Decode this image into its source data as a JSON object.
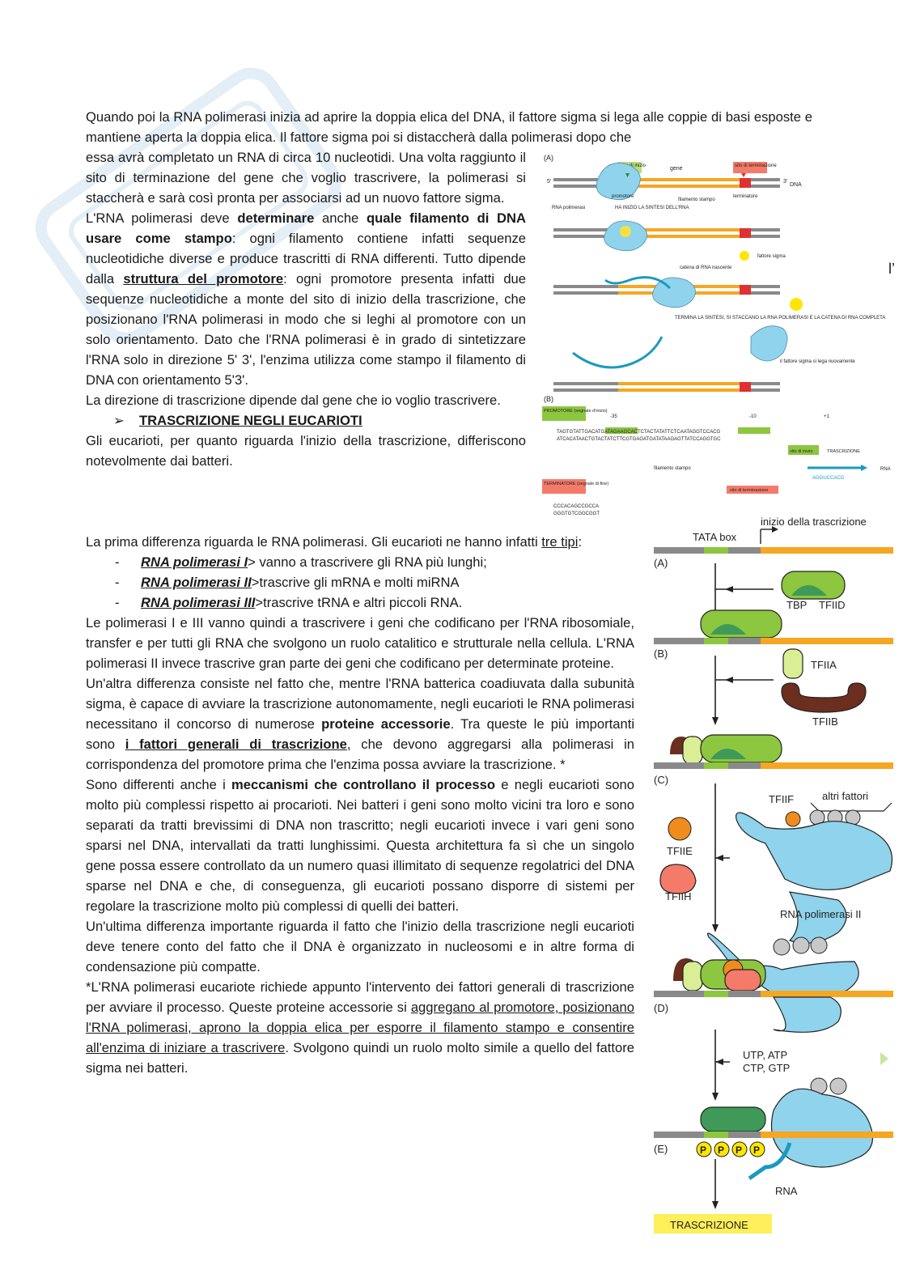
{
  "page": {
    "intro": "Quando poi la RNA polimerasi inizia ad aprire la doppia elica del DNA, il fattore sigma si lega alle coppie di basi esposte e mantiene aperta la doppia elica. Il fattore sigma poi si distaccherà dalla polimerasi dopo che",
    "col1": {
      "p1": "essa avrà completato un RNA di circa 10 nucleotidi. Una volta raggiunto il sito di terminazione del gene che voglio trascrivere, la polimerasi si staccherà e sarà così pronta per associarsi ad un nuovo fattore sigma.",
      "p2_a": "L'RNA polimerasi deve ",
      "p2_b": "determinare",
      "p2_c": " anche ",
      "p2_d": "quale filamento di DNA usare come stampo",
      "p2_e": ": ogni filamento contiene infatti sequenze nucleotidiche diverse e produce trascritti di RNA differenti. Tutto dipende dalla ",
      "p2_f": "struttura del promotore",
      "p2_g": ": ogni promotore presenta infatti due sequenze nucleotidiche a monte del sito di inizio della trascrizione, che posizionano l'RNA polimerasi in modo che si leghi al promotore con un solo orientamento. Dato che l'RNA polimerasi è in grado di sintetizzare l'RNA solo in direzione 5' 3', l'enzima utilizza come stampo il filamento di DNA con orientamento 5'3'.",
      "p3": "La direzione di trascrizione dipende dal gene che io voglio trascrivere.",
      "heading_arrow": "➢",
      "heading": "TRASCRIZIONE NEGLI EUCARIOTI",
      "p4": "Gli eucarioti, per quanto riguarda l'inizio della trascrizione, differiscono notevolmente dai batteri."
    },
    "col2": {
      "p5_a": "La prima differenza riguarda le RNA polimerasi. Gli eucarioti ne hanno infatti ",
      "p5_b": "tre tipi",
      "p5_c": ":",
      "li_dash": "-",
      "li1_a": "RNA polimerasi I",
      "li1_b": "> vanno a trascrivere gli RNA più lunghi;",
      "li2_a": "RNA polimerasi II",
      "li2_b": ">trascrive gli mRNA e molti miRNA",
      "li3_a": "RNA polimerasi III",
      "li3_b": ">trascrive tRNA e altri piccoli RNA.",
      "p6": "Le polimerasi I e III vanno quindi a trascrivere i geni che codificano per l'RNA ribosomiale, transfer e per tutti gli RNA che svolgono un ruolo catalitico e strutturale nella cellula. L'RNA polimerasi II invece trascrive gran parte dei geni che codificano per determinate proteine.",
      "p7_a": "Un'altra differenza consiste nel fatto che, mentre l'RNA batterica coadiuvata dalla subunità sigma, è capace di avviare la trascrizione autonomamente, negli eucarioti le RNA polimerasi necessitano il concorso di numerose ",
      "p7_b": "proteine accessorie",
      "p7_c": ". Tra queste le più importanti sono ",
      "p7_d": "i fattori generali di trascrizione",
      "p7_e": ", che devono aggregarsi alla polimerasi in corrispondenza del promotore prima che l'enzima possa avviare la trascrizione. *",
      "p8_a": "Sono differenti anche i ",
      "p8_b": "meccanismi che controllano il processo",
      "p8_c": " e negli eucarioti sono molto più complessi rispetto ai procarioti. Nei batteri i geni sono molto vicini tra loro e sono separati da tratti brevissimi di DNA non trascritto; negli eucarioti invece i vari geni sono sparsi nel DNA, intervallati da tratti lunghissimi. Questa architettura fa sì che un singolo gene possa essere controllato da un numero quasi illimitato di sequenze regolatrici del DNA sparse nel DNA e che, di conseguenza, gli eucarioti possano disporre di sistemi per regolare la trascrizione molto più complessi di quelli dei batteri.",
      "p9": "Un'ultima differenza importante riguarda il fatto che l'inizio della trascrizione negli eucarioti deve tenere conto del fatto che il DNA è organizzato in nucleosomi e in altre forma di condensazione più compatte.",
      "p10_a": "*L'RNA polimerasi eucariote richiede appunto l'intervento dei fattori generali di trascrizione per avviare il processo. Queste proteine accessorie si ",
      "p10_b": "aggregano al promotore, posizionano l'RNA polimerasi, aprono la doppia elica per esporre il filamento stampo e consentire all'enzima di iniziare a trascrivere",
      "p10_c": ". Svolgono quindi un ruolo molto simile a quello del fattore sigma nei batteri."
    },
    "stray_mark": "l’"
  },
  "fig1": {
    "A": "(A)",
    "B": "(B)",
    "sito_inizio": "sito di inizio",
    "gene": "gene",
    "sito_terminazione": "sito di terminazione",
    "dna": "DNA",
    "promotore": "promotore",
    "filamento_stampo": "filamento stampo",
    "terminatore": "terminatore",
    "rna_polimerasi": "RNA polimerasi",
    "inizio_sintesi": "HA INIZIO LA SINTESI DELL'RNA",
    "fattore_sigma": "fattore sigma",
    "catena_nascente": "catena di RNA nascente",
    "termina": "TERMINA LA SINTESI, SI STACCANO LA RNA POLIMERASI E LA CATENA DI RNA COMPLETA",
    "sigma_rilega": "il fattore sigma si lega nuovamente",
    "five": "5'",
    "three": "3'",
    "promotore_box": "PROMOTORE (segnale d'inizio)",
    "n35": "-35",
    "n10": "-10",
    "n1": "+1",
    "seq1": "TAGTGTATTGACATGATAGAAGCACTCTACTATATTCTCAATAGGTCCACG",
    "seq2": "ATCACATAACTGTACTATCTTCGTGAGATGATATAAGAGTTATCCAGGTGC",
    "sito_inizio2": "sito di inizio",
    "trascrizione": "TRASCRIZIONE",
    "rna": "RNA",
    "rna_seq": "AGGUCCACG",
    "filamento_stampo2": "filamento stampo",
    "terminatore_box": "TERMINATORE (segnale di fine)",
    "sito_term2": "sito di terminazione",
    "seq3": "CCCACAGCCGCCA",
    "seq4": "GGGTGTCGGCGGT"
  },
  "fig2": {
    "inizio": "inizio della trascrizione",
    "tata": "TATA box",
    "A": "(A)",
    "B": "(B)",
    "C": "(C)",
    "D": "(D)",
    "E": "(E)",
    "tbp": "TBP",
    "tfiid": "TFIID",
    "tfiia": "TFIIA",
    "tfiib": "TFIIB",
    "tfiif": "TFIIF",
    "altri": "altri fattori",
    "tfiie": "TFIIE",
    "tfiih": "TFIIH",
    "rnapol": "RNA polimerasi II",
    "ntp1": "UTP, ATP",
    "ntp2": "CTP, GTP",
    "p": "P",
    "rna": "RNA",
    "trascrizione": "TRASCRIZIONE"
  },
  "colors": {
    "dna_orange": "#f5a623",
    "dna_grey": "#8a8a8a",
    "promoter_green": "#8dc63f",
    "polymerase_blue": "#8fd3ec",
    "tbp_green": "#3f9a5a",
    "tfiib_brown": "#6b2e1f",
    "tfiie_orange": "#f08c1e",
    "tfiih_salmon": "#f47a6a",
    "highlight_yellow": "#ffef5a"
  }
}
